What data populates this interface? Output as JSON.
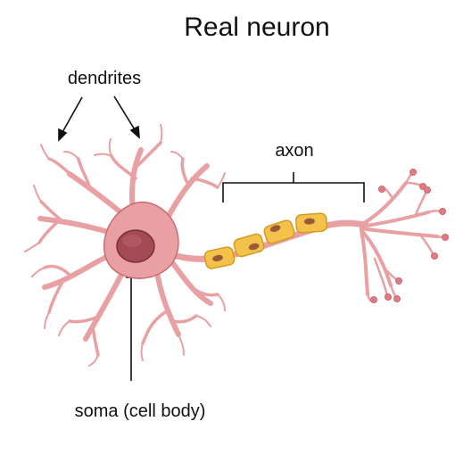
{
  "title": "Real neuron",
  "labels": {
    "dendrites": "dendrites",
    "axon": "axon",
    "soma": "soma (cell body)"
  },
  "colors": {
    "membrane": "#e8a0a3",
    "membrane_edge": "#c96a70",
    "nucleus": "#a24a55",
    "nucleus_dark": "#7d2f3a",
    "myelin": "#f3c24a",
    "myelin_edge": "#d49b22",
    "myelin_nucleus": "#9a5a3a",
    "terminal": "#e07a85",
    "line": "#111111"
  }
}
